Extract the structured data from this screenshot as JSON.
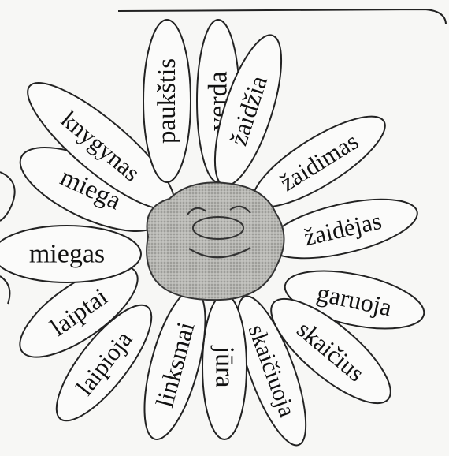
{
  "center": {
    "name": "smiling-face-center"
  },
  "petals": [
    {
      "id": "verda",
      "word": "verda"
    },
    {
      "id": "zaidzia",
      "word": "žaidžia"
    },
    {
      "id": "zaidimas",
      "word": "žaidimas"
    },
    {
      "id": "zaidejas",
      "word": "žaidėjas"
    },
    {
      "id": "garuoja",
      "word": "garuoja"
    },
    {
      "id": "skaicius",
      "word": "skaičius"
    },
    {
      "id": "skaiciuoja",
      "word": "skaičiuoja"
    },
    {
      "id": "jura",
      "word": "jūra"
    },
    {
      "id": "linksmai",
      "word": "linksmai"
    },
    {
      "id": "laipioja",
      "word": "laipioja"
    },
    {
      "id": "laiptai",
      "word": "laiptai"
    },
    {
      "id": "miegas",
      "word": "miegas"
    },
    {
      "id": "miega",
      "word": "miega"
    },
    {
      "id": "knygynas",
      "word": "knygynas"
    },
    {
      "id": "paukstis",
      "word": "paukštis"
    }
  ]
}
